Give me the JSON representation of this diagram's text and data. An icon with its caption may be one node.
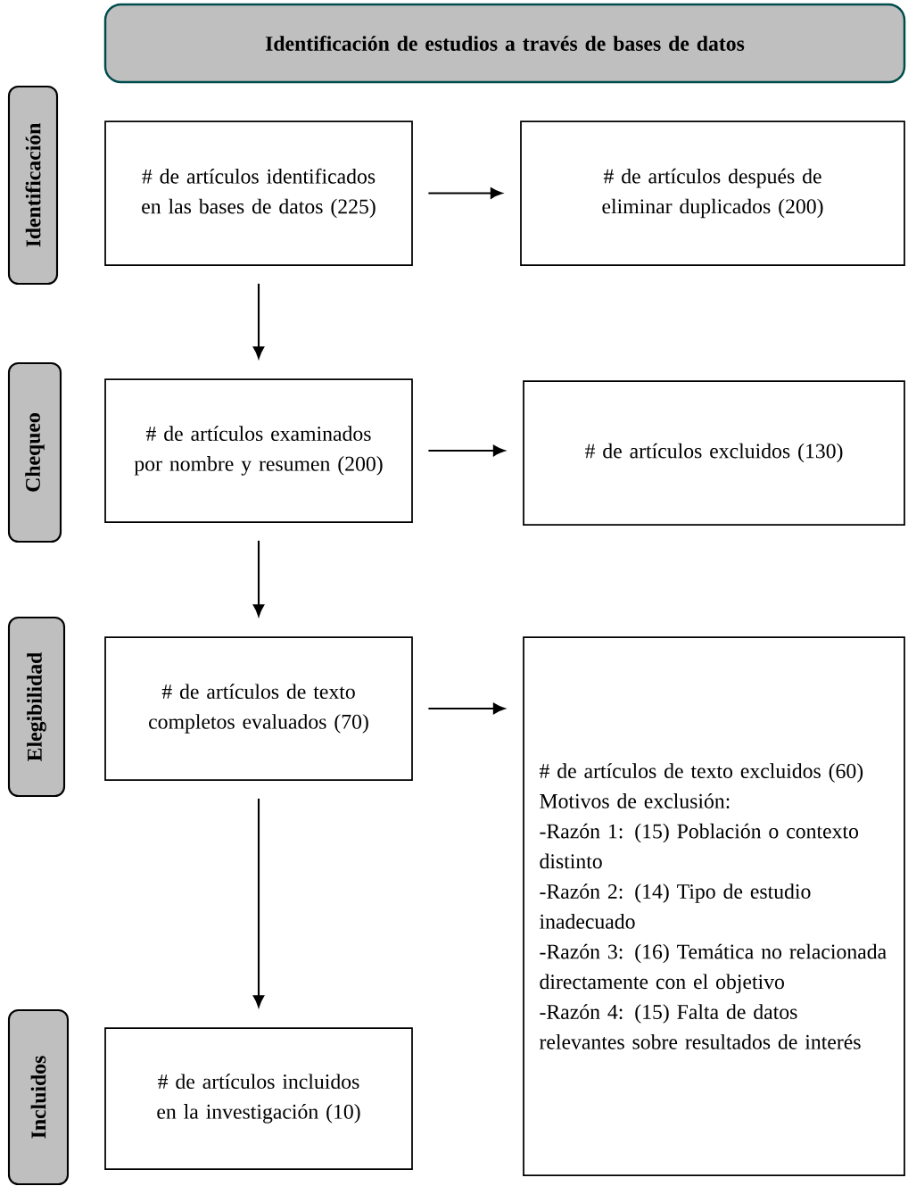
{
  "diagram": {
    "nodes": [
      {
        "text": [
          "Identificación de estudios a través de bases de datos"
        ]
      },
      {
        "text": [
          "Identificación"
        ]
      },
      {
        "text": [
          "# de artículos identificados en las bases de datos (225)"
        ]
      },
      {
        "text": [
          "# de artículos después de eliminar duplicados (200)"
        ]
      },
      {
        "text": [
          "Chequeo"
        ]
      },
      {
        "text": [
          "# de artículos examinados por nombre y resumen (200)"
        ]
      },
      {
        "text": [
          "# de artículos excluidos (130)"
        ]
      },
      {
        "text": [
          "Elegibilidad"
        ]
      },
      {
        "text": [
          "# de artículos de texto completos evaluados (70)"
        ]
      },
      {
        "text": [
          "# de artículos de texto excluidos (60)",
          "Motivos de exclusión:",
          "-Razón 1: (15) Población o contexto distinto",
          "-Razón 2: (14) Tipo de estudio inadecuado",
          "-Razón 3: (16) Temática no relacionada directamente con el objetivo",
          "-Razón 4: (15) Falta de datos relevantes sobre resultados de interés"
        ]
      },
      {
        "text": [
          "Incluidos"
        ]
      },
      {
        "text": [
          "# de artículos incluidos en la investigación (10)"
        ]
      }
    ],
    "edges": [
      {
        "from": 2,
        "to": 3,
        "arrow": "to"
      },
      {
        "from": 2,
        "to": 5,
        "arrow": "to"
      },
      {
        "from": 5,
        "to": 6,
        "arrow": "to"
      },
      {
        "from": 5,
        "to": 8,
        "arrow": "to"
      },
      {
        "from": 8,
        "to": 9,
        "arrow": "to"
      },
      {
        "from": 8,
        "to": 11,
        "arrow": "to"
      }
    ]
  }
}
